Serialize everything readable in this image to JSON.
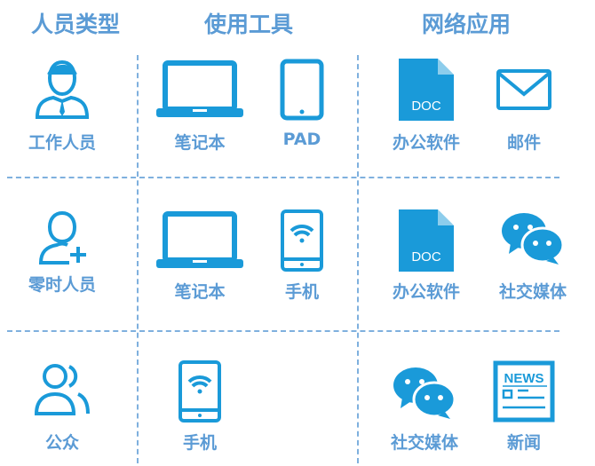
{
  "headers": [
    "人员类型",
    "使用工具",
    "网络应用"
  ],
  "colors": {
    "icon": "#1a9ad9",
    "text": "#5b9bd5"
  },
  "rows": [
    {
      "person": {
        "label": "工作人员",
        "icon": "worker-icon"
      },
      "tools": [
        {
          "label": "笔记本",
          "icon": "laptop-icon"
        },
        {
          "label": "PAD",
          "icon": "tablet-icon"
        }
      ],
      "apps": [
        {
          "label": "办公软件",
          "icon": "doc-file-icon",
          "icon_text": "DOC"
        },
        {
          "label": "邮件",
          "icon": "mail-icon"
        }
      ]
    },
    {
      "person": {
        "label": "零时人员",
        "icon": "add-user-icon"
      },
      "tools": [
        {
          "label": "笔记本",
          "icon": "laptop-icon"
        },
        {
          "label": "手机",
          "icon": "phone-wifi-icon"
        }
      ],
      "apps": [
        {
          "label": "办公软件",
          "icon": "doc-file-icon",
          "icon_text": "DOC"
        },
        {
          "label": "社交媒体",
          "icon": "wechat-icon"
        }
      ]
    },
    {
      "person": {
        "label": "公众",
        "icon": "group-icon"
      },
      "tools": [
        {
          "label": "手机",
          "icon": "phone-wifi-icon"
        }
      ],
      "apps": [
        {
          "label": "社交媒体",
          "icon": "wechat-icon"
        },
        {
          "label": "新闻",
          "icon": "news-icon",
          "icon_text": "NEWS"
        }
      ]
    }
  ]
}
